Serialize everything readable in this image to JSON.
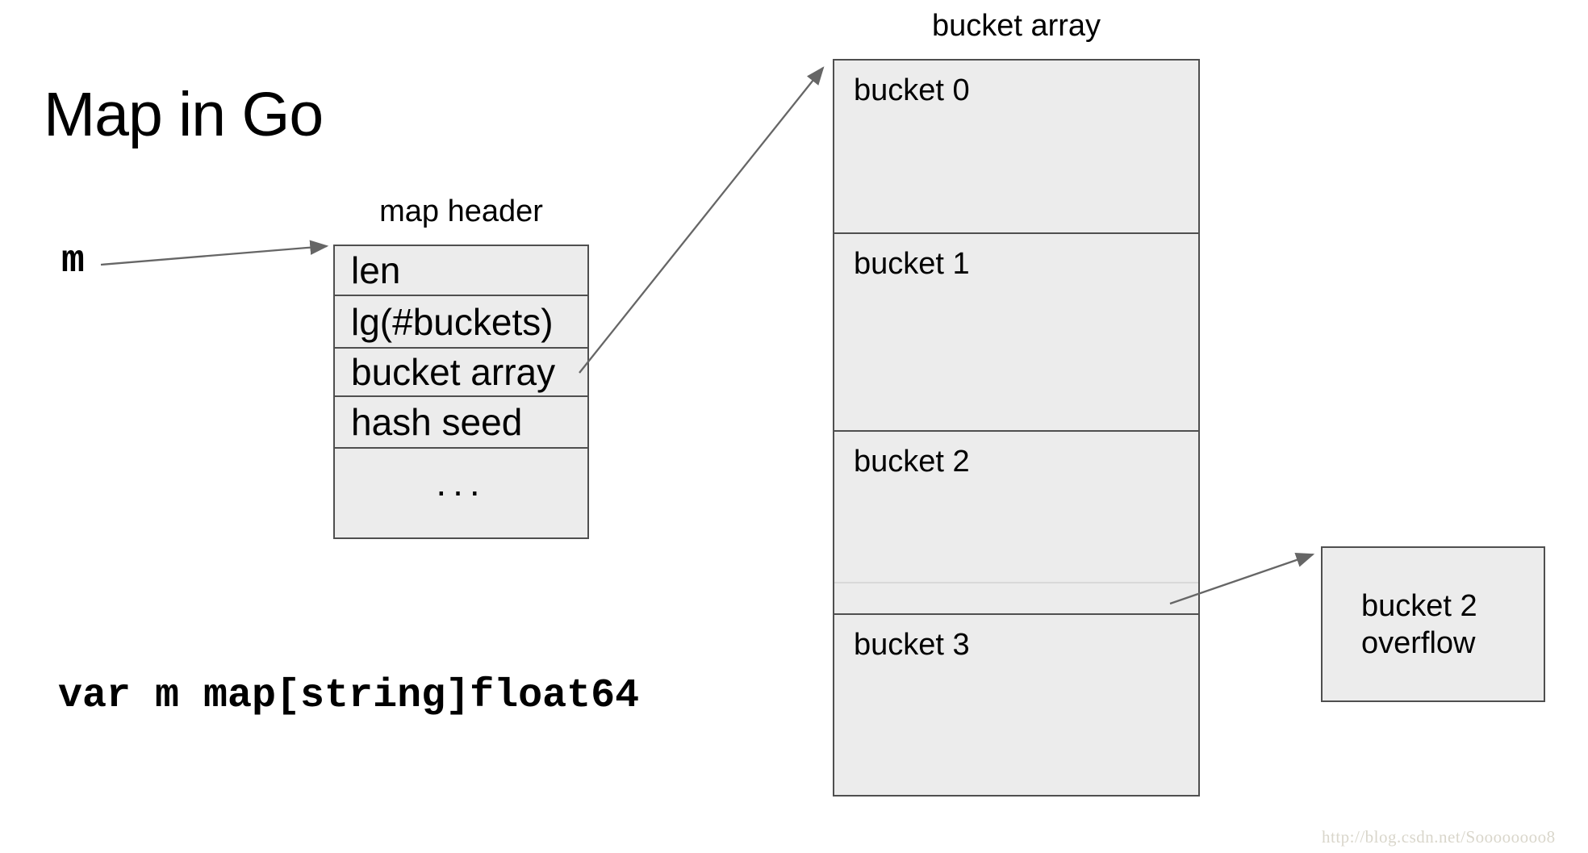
{
  "title": "Map in Go",
  "pointer_label": "m",
  "map_header": {
    "label": "map header",
    "rows": [
      "len",
      "lg(#buckets)",
      "bucket array",
      "hash seed",
      "..."
    ]
  },
  "bucket_array": {
    "label": "bucket array",
    "buckets": [
      "bucket 0",
      "bucket 1",
      "bucket 2",
      "bucket 3"
    ]
  },
  "overflow_box": {
    "line1": "bucket 2",
    "line2": "overflow"
  },
  "code": "var m map[string]float64",
  "watermark": "http://blog.csdn.net/Soooooooo8",
  "colors": {
    "box_fill": "#ececec",
    "box_border": "#4f4f4f",
    "arrow": "#666666",
    "overflow_separator": "#d9d9d9",
    "watermark_text": "#d9d6cb",
    "text": "#000000",
    "background": "#ffffff"
  }
}
